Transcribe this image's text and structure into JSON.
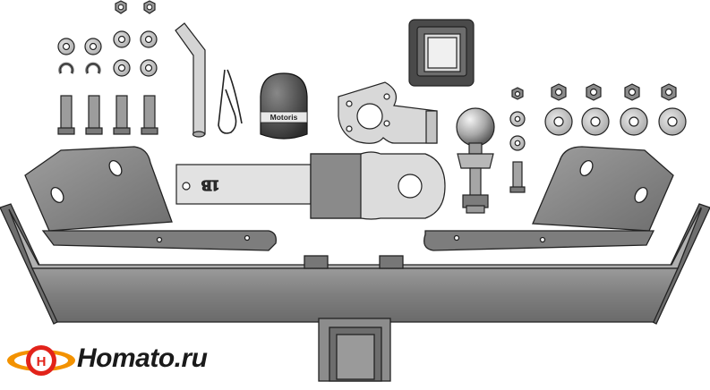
{
  "logo": {
    "brand_text": "Homato.ru"
  },
  "parts": {
    "ball_cover_label": "Motoris",
    "drawbar_stamp": "1B"
  },
  "colors": {
    "metal_gray": "#8c8c8c",
    "dark_outline": "#2a2a2a",
    "logo_red": "#e2231a",
    "logo_orange": "#f39200"
  }
}
